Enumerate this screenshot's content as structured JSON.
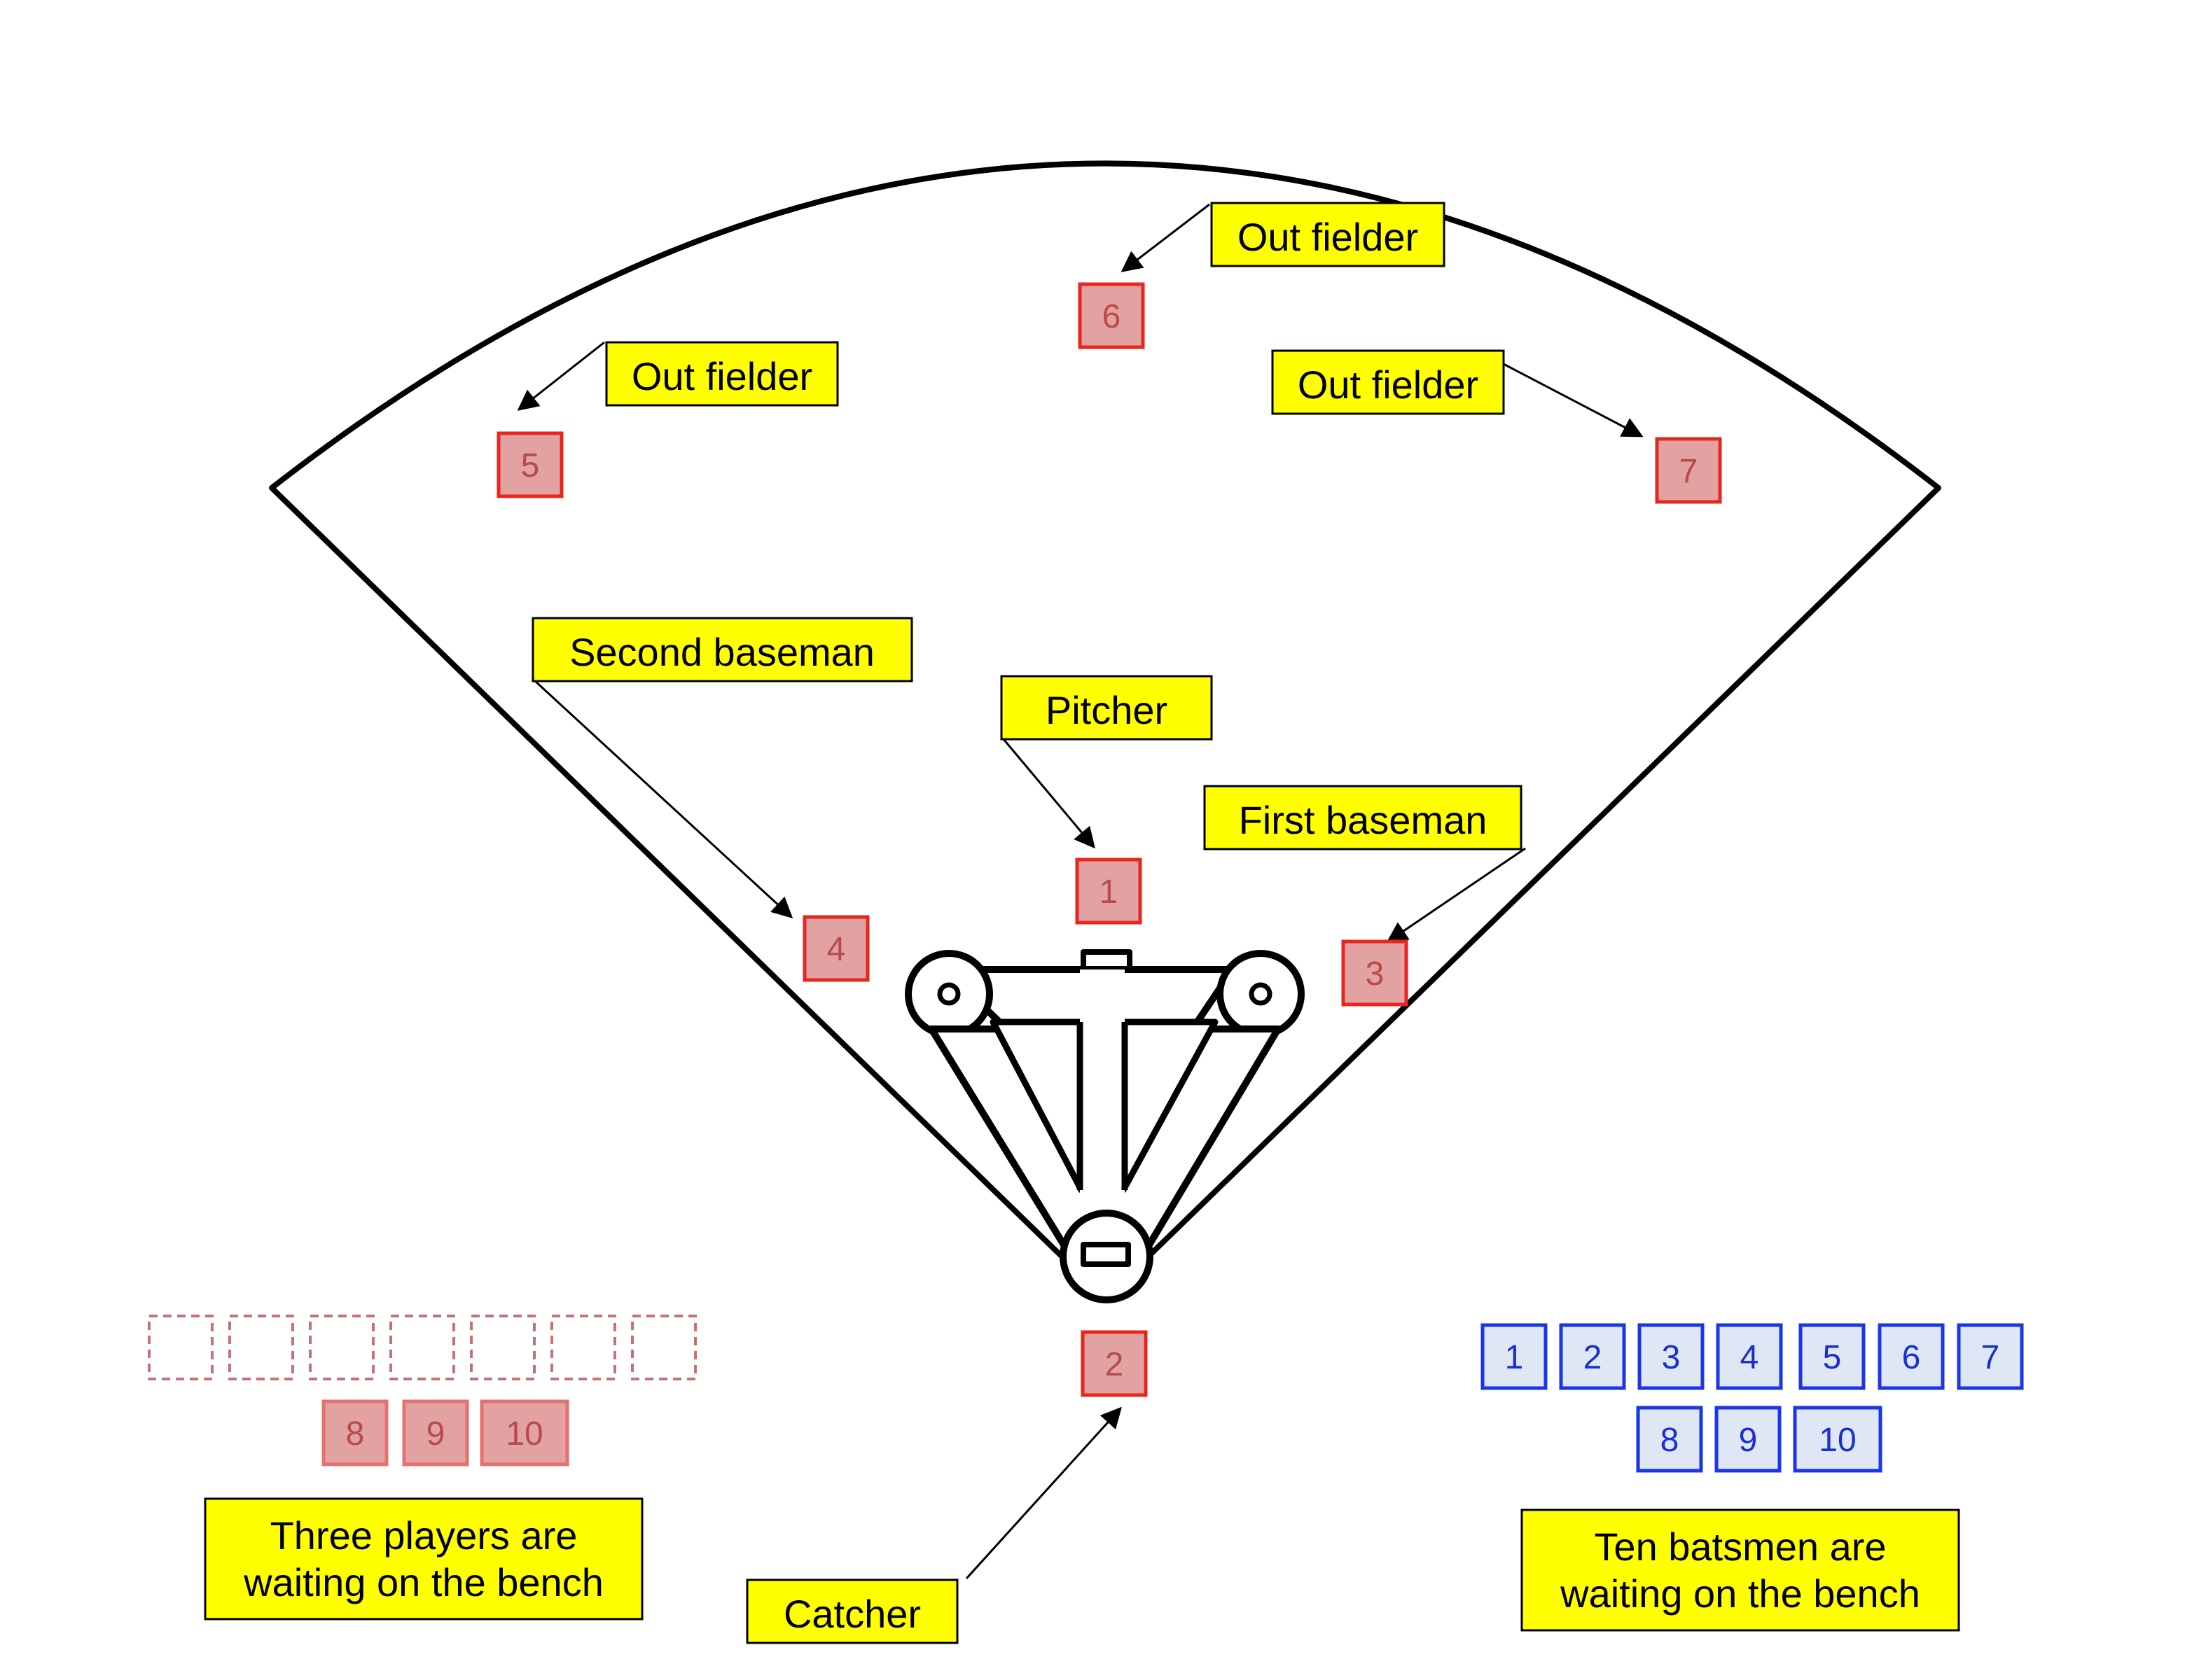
{
  "colors": {
    "label_fill": "#ffff00",
    "fielder_fill": "#e3a2a2",
    "fielder_stroke": "#e8251e",
    "fielder_text": "#b84a4a",
    "bench_fill": "#dfe7f5",
    "bench_stroke": "#1a36e8",
    "bench_text": "#1a2fd0"
  },
  "labels": {
    "outfielder_center": "Out fielder",
    "outfielder_left": "Out fielder",
    "outfielder_right": "Out fielder",
    "second_baseman": "Second baseman",
    "pitcher": "Pitcher",
    "first_baseman": "First baseman",
    "catcher": "Catcher",
    "bench_fielding": [
      "Three players are",
      "waiting on the bench"
    ],
    "bench_batting": [
      "Ten batsmen are",
      "waiting on the bench"
    ]
  },
  "fielders": [
    "1",
    "2",
    "3",
    "4",
    "5",
    "6",
    "7"
  ],
  "fielding_bench": [
    "8",
    "9",
    "10"
  ],
  "empty_bench_slots": 7,
  "batting_bench_row1": [
    "1",
    "2",
    "3",
    "4",
    "5",
    "6",
    "7"
  ],
  "batting_bench_row2": [
    "8",
    "9",
    "10"
  ]
}
